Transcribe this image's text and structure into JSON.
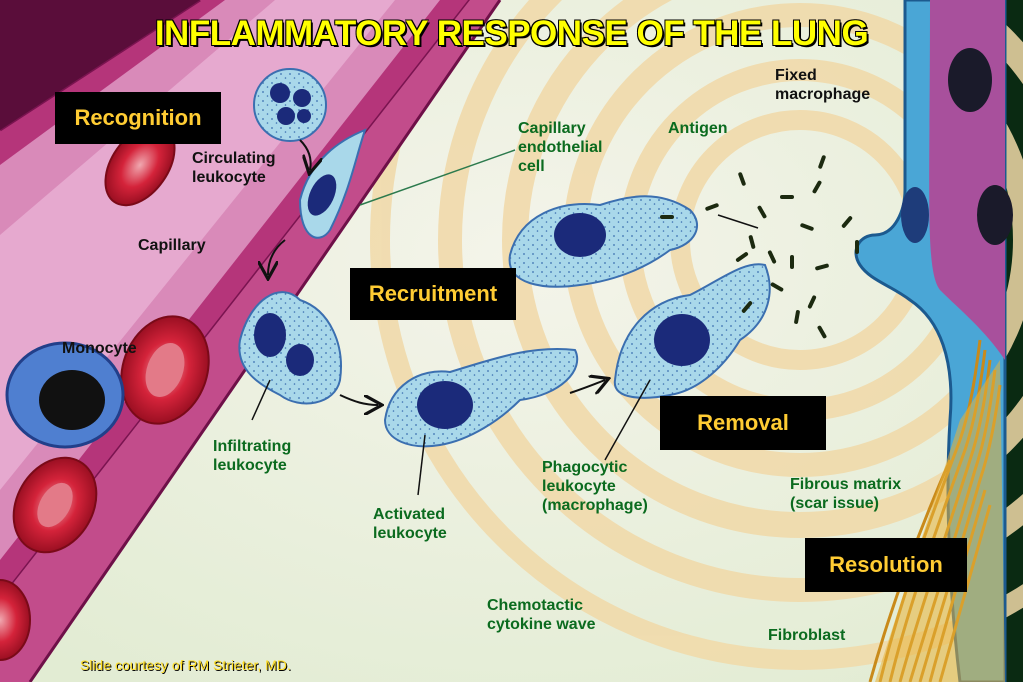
{
  "title": "INFLAMMATORY RESPONSE OF THE LUNG",
  "stages": {
    "recognition": "Recognition",
    "recruitment": "Recruitment",
    "removal": "Removal",
    "resolution": "Resolution"
  },
  "labels": {
    "fixed_macrophage": "Fixed\nmacrophage",
    "circulating_leukocyte": "Circulating\nleukocyte",
    "capillary": "Capillary",
    "capillary_endothelial_cell": "Capillary\nendothelial\ncell",
    "antigen": "Antigen",
    "monocyte": "Monocyte",
    "infiltrating_leukocyte": "Infiltrating\nleukocyte",
    "phagocytic_leukocyte": "Phagocytic\nleukocyte\n(macrophage)",
    "fibrous_matrix": "Fibrous matrix\n(scar issue)",
    "activated_leukocyte": "Activated\nleukocyte",
    "chemotactic_cytokine_wave": "Chemotactic\ncytokine wave",
    "fibroblast": "Fibroblast"
  },
  "credit": "Slide courtesy of RM Strieter, MD.",
  "colors": {
    "title": "#ffff00",
    "stage_text": "#ffcc33",
    "stage_box": "#000000",
    "label_green": "#0b6b1f",
    "label_black": "#111111",
    "background": "#eaf1dc",
    "vessel": "#c2407f",
    "cell_fill": "#a9d8ea",
    "nucleus": "#1b2a7a",
    "rbc": "#c0162a"
  },
  "icons": [
    "leukocyte-icon",
    "red-blood-cell-icon",
    "macrophage-icon",
    "antigen-icon",
    "fibroblast-icon",
    "arrow-icon"
  ]
}
